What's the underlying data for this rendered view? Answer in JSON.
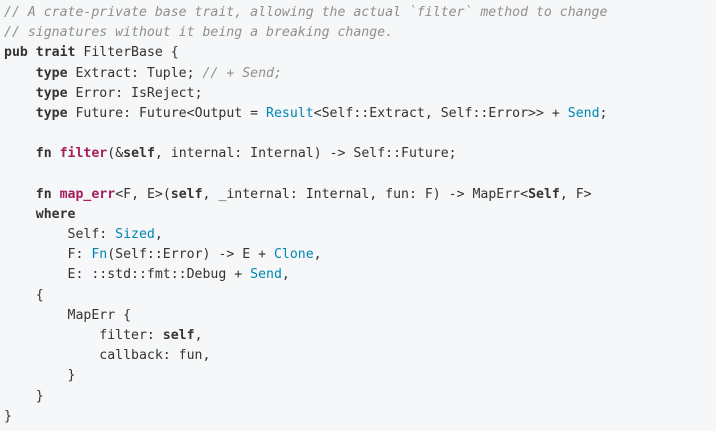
{
  "code": {
    "lines": [
      [
        {
          "t": "// A crate-private base trait, allowing the actual `filter` method to change",
          "c": "comment"
        }
      ],
      [
        {
          "t": "// signatures without it being a breaking change.",
          "c": "comment"
        }
      ],
      [
        {
          "t": "pub",
          "c": "kw"
        },
        {
          "t": " ",
          "c": "plain"
        },
        {
          "t": "trait",
          "c": "kw"
        },
        {
          "t": " FilterBase {",
          "c": "plain"
        }
      ],
      [
        {
          "t": "    ",
          "c": "plain"
        },
        {
          "t": "type",
          "c": "kw"
        },
        {
          "t": " Extract: Tuple; ",
          "c": "plain"
        },
        {
          "t": "// + Send;",
          "c": "comment"
        }
      ],
      [
        {
          "t": "    ",
          "c": "plain"
        },
        {
          "t": "type",
          "c": "kw"
        },
        {
          "t": " Error: IsReject;",
          "c": "plain"
        }
      ],
      [
        {
          "t": "    ",
          "c": "plain"
        },
        {
          "t": "type",
          "c": "kw"
        },
        {
          "t": " Future: Future<Output = ",
          "c": "plain"
        },
        {
          "t": "Result",
          "c": "builtin"
        },
        {
          "t": "<Self::Extract, Self::Error>> + ",
          "c": "plain"
        },
        {
          "t": "Send",
          "c": "builtin"
        },
        {
          "t": ";",
          "c": "plain"
        }
      ],
      [],
      [
        {
          "t": "    ",
          "c": "plain"
        },
        {
          "t": "fn",
          "c": "kw"
        },
        {
          "t": " ",
          "c": "plain"
        },
        {
          "t": "filter",
          "c": "fn"
        },
        {
          "t": "(&",
          "c": "plain"
        },
        {
          "t": "self",
          "c": "self"
        },
        {
          "t": ", internal: Internal) -> Self::Future;",
          "c": "plain"
        }
      ],
      [],
      [
        {
          "t": "    ",
          "c": "plain"
        },
        {
          "t": "fn",
          "c": "kw"
        },
        {
          "t": " ",
          "c": "plain"
        },
        {
          "t": "map_err",
          "c": "fn"
        },
        {
          "t": "<F, E>(",
          "c": "plain"
        },
        {
          "t": "self",
          "c": "self"
        },
        {
          "t": ", _internal: Internal, fun: F) -> MapErr<",
          "c": "plain"
        },
        {
          "t": "Self",
          "c": "self"
        },
        {
          "t": ", F>",
          "c": "plain"
        }
      ],
      [
        {
          "t": "    ",
          "c": "plain"
        },
        {
          "t": "where",
          "c": "kw"
        }
      ],
      [
        {
          "t": "        Self: ",
          "c": "plain"
        },
        {
          "t": "Sized",
          "c": "builtin"
        },
        {
          "t": ",",
          "c": "plain"
        }
      ],
      [
        {
          "t": "        F: ",
          "c": "plain"
        },
        {
          "t": "Fn",
          "c": "builtin"
        },
        {
          "t": "(Self::Error) -> E + ",
          "c": "plain"
        },
        {
          "t": "Clone",
          "c": "builtin"
        },
        {
          "t": ",",
          "c": "plain"
        }
      ],
      [
        {
          "t": "        E: ::std::fmt::Debug + ",
          "c": "plain"
        },
        {
          "t": "Send",
          "c": "builtin"
        },
        {
          "t": ",",
          "c": "plain"
        }
      ],
      [
        {
          "t": "    {",
          "c": "plain"
        }
      ],
      [
        {
          "t": "        MapErr {",
          "c": "plain"
        }
      ],
      [
        {
          "t": "            filter: ",
          "c": "plain"
        },
        {
          "t": "self",
          "c": "self"
        },
        {
          "t": ",",
          "c": "plain"
        }
      ],
      [
        {
          "t": "            callback: fun,",
          "c": "plain"
        }
      ],
      [
        {
          "t": "        }",
          "c": "plain"
        }
      ],
      [
        {
          "t": "    }",
          "c": "plain"
        }
      ],
      [
        {
          "t": "}",
          "c": "plain"
        }
      ]
    ]
  }
}
